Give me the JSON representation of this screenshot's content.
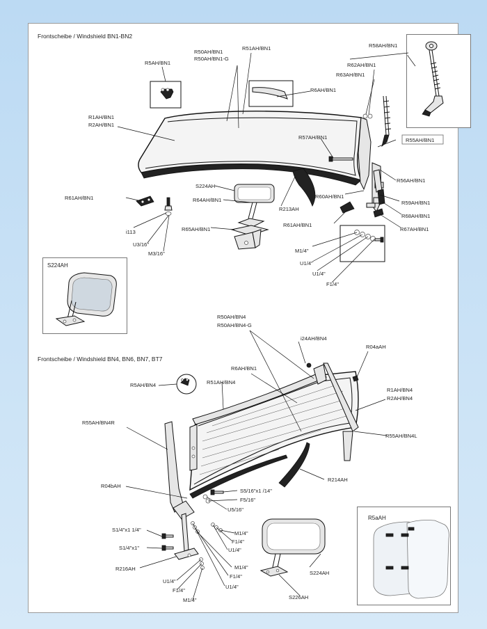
{
  "sections": {
    "bn1": {
      "title": "Frontscheibe / Windshield  BN1-BN2"
    },
    "bn4": {
      "title": "Frontscheibe / Windshield  BN4, BN6, BN7, BT7"
    }
  },
  "insets": {
    "s224ah": {
      "label": "S224AH"
    },
    "r5aah": {
      "label": "R5aAH"
    }
  },
  "labels_bn1": {
    "r58": "R58AH/BN1",
    "r50a": "R50AH/BN1",
    "r50b": "R50AH/BN1-G",
    "r51": "R51AH/BN1",
    "r5": "R5AH/BN1",
    "r62": "R62AH/BN1",
    "r63": "R63AH/BN1",
    "r6": "R6AH/BN1",
    "r1": "R1AH/BN1",
    "r2": "R2AH/BN1",
    "r57": "R57AH/BN1",
    "r55": "R55AH/BN1",
    "r56": "R56AH/BN1",
    "s224": "S224AH",
    "r61a": "R61AH/BN1",
    "r64": "R64AH/BN1",
    "r60": "R60AH/BN1",
    "r59": "R59AH/BN1",
    "r213": "R213AH",
    "r68": "R68AH/BN1",
    "r61b": "R61AH/BN1",
    "r67": "R67AH/BN1",
    "r65": "R65AH/BN1",
    "i113": "i113",
    "u316": "U3/16\"",
    "m316": "M3/16\"",
    "m14": "M1/4\"",
    "u14a": "U1/4\"",
    "u14b": "U1/4\"",
    "f14": "F1/4\""
  },
  "labels_bn4": {
    "r50a": "R50AH/BN4",
    "r50b": "R50AH/BN4-G",
    "i24": "i24AH/BN4",
    "r04a": "R04aAH",
    "r6": "R6AH/BN1",
    "r5": "R5AH/BN4",
    "r51": "R51AH/BN4",
    "r1": "R1AH/BN4",
    "r2": "R2AH/BN4",
    "r55r": "R55AH/BN4R",
    "r55l": "R55AH/BN4L",
    "r214": "R214AH",
    "r04b": "R04bAH",
    "s516": "S5/16\"x1 /14\"",
    "f516": "F5/16\"",
    "u516": "U5/16\"",
    "s14x114": "S1/4\"x1 1/4\"",
    "m14a": "M1/4\"",
    "f14a": "F1/4\"",
    "s14x1": "S1/4\"x1\"",
    "u14a": "U1/4\"",
    "r216": "R216AH",
    "m14b": "M1/4\"",
    "f14b": "F1/4\"",
    "u14b": "U1/4\"",
    "u14c": "U1/4\"",
    "f14c": "F1/4\"",
    "m14c": "M1/4\"",
    "s224": "S224AH",
    "s226": "S226AH"
  }
}
